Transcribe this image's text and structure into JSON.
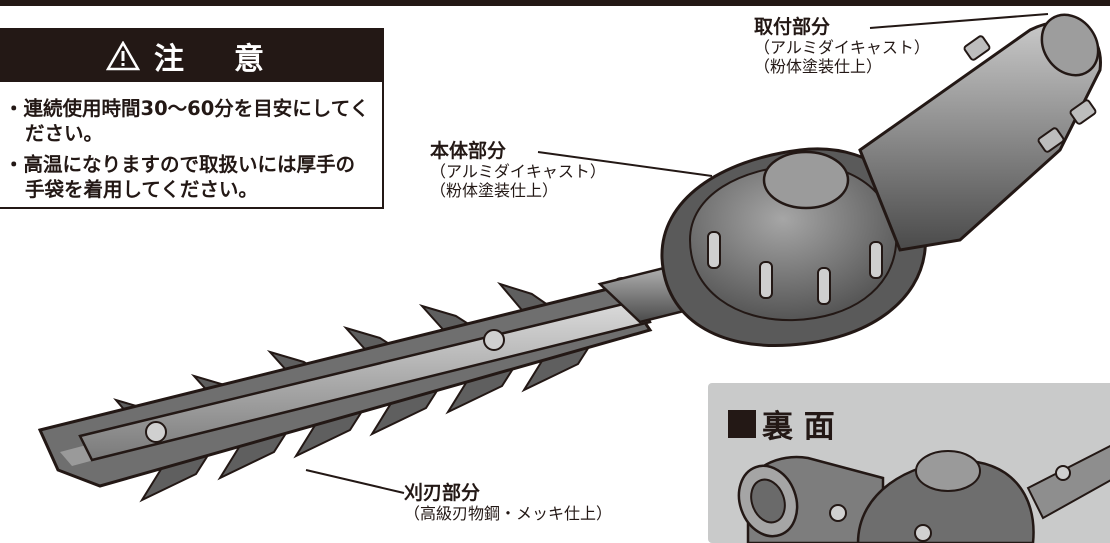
{
  "caution": {
    "title": "注　意",
    "icon": "warning-triangle-icon",
    "items": [
      "・連続使用時間30～60分を目安にしてください。",
      "・高温になりますので取扱いには厚手の手袋を着用してください。"
    ]
  },
  "labels": {
    "mount": {
      "title": "取付部分",
      "lines": [
        "（アルミダイキャスト）",
        "（粉体塗装仕上）"
      ]
    },
    "body": {
      "title": "本体部分",
      "lines": [
        "（アルミダイキャスト）",
        "（粉体塗装仕上）"
      ]
    },
    "blade": {
      "title": "刈刃部分",
      "lines": [
        "（高級刃物鋼・メッキ仕上）"
      ]
    }
  },
  "back_view": {
    "title": "裏 面"
  },
  "colors": {
    "ink": "#231815",
    "metal_dark": "#595757",
    "metal_mid": "#8c8c8c",
    "metal_light": "#b5b5b6",
    "inset_bg": "#c9caca"
  }
}
